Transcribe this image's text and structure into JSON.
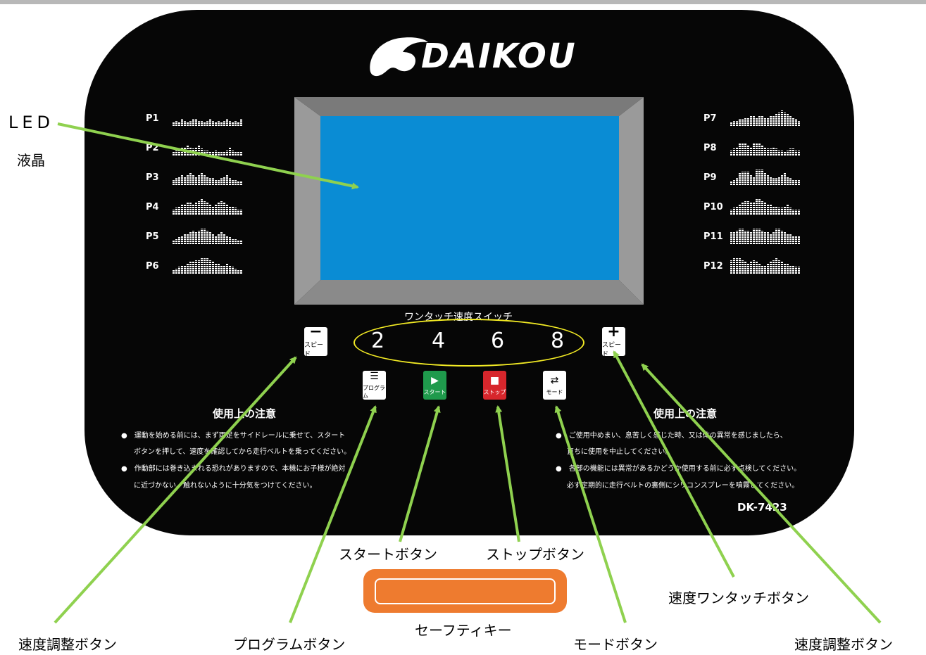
{
  "logo": {
    "brand": "DAIKOU"
  },
  "programs_left": [
    {
      "label": "P1",
      "levels": [
        2,
        3,
        2,
        4,
        3,
        2,
        3,
        4,
        4,
        3,
        3,
        2,
        3,
        4,
        3,
        2,
        3,
        2,
        3,
        4,
        3,
        2,
        3,
        2,
        4
      ]
    },
    {
      "label": "P2",
      "levels": [
        2,
        3,
        4,
        5,
        5,
        6,
        5,
        4,
        5,
        6,
        4,
        3,
        3,
        2,
        2,
        3,
        2,
        2,
        2,
        3,
        5,
        3,
        2,
        2,
        2
      ]
    },
    {
      "label": "P3",
      "levels": [
        3,
        4,
        5,
        6,
        5,
        6,
        7,
        6,
        5,
        6,
        7,
        6,
        5,
        4,
        4,
        3,
        3,
        4,
        5,
        6,
        4,
        3,
        3,
        2,
        2
      ]
    },
    {
      "label": "P4",
      "levels": [
        3,
        4,
        5,
        6,
        6,
        7,
        7,
        6,
        7,
        8,
        9,
        8,
        7,
        6,
        5,
        6,
        7,
        8,
        7,
        6,
        5,
        5,
        4,
        3,
        3
      ]
    },
    {
      "label": "P5",
      "levels": [
        2,
        3,
        4,
        5,
        6,
        6,
        7,
        8,
        7,
        8,
        9,
        9,
        8,
        7,
        6,
        5,
        6,
        7,
        6,
        5,
        4,
        3,
        3,
        2,
        2
      ]
    },
    {
      "label": "P6",
      "levels": [
        2,
        3,
        4,
        5,
        5,
        6,
        7,
        7,
        8,
        8,
        9,
        9,
        9,
        8,
        7,
        6,
        6,
        5,
        5,
        6,
        5,
        4,
        3,
        2,
        2
      ]
    }
  ],
  "programs_right": [
    {
      "label": "P7",
      "levels": [
        2,
        3,
        3,
        4,
        4,
        5,
        5,
        6,
        6,
        5,
        6,
        6,
        5,
        5,
        6,
        6,
        7,
        8,
        9,
        8,
        7,
        6,
        5,
        4,
        3
      ]
    },
    {
      "label": "P8",
      "levels": [
        3,
        4,
        5,
        7,
        7,
        7,
        6,
        5,
        7,
        7,
        7,
        6,
        5,
        4,
        4,
        5,
        4,
        3,
        3,
        2,
        3,
        4,
        4,
        3,
        3
      ]
    },
    {
      "label": "P9",
      "levels": [
        2,
        3,
        4,
        7,
        8,
        8,
        8,
        6,
        5,
        9,
        9,
        9,
        7,
        6,
        5,
        4,
        4,
        5,
        6,
        7,
        5,
        4,
        3,
        3,
        3
      ]
    },
    {
      "label": "P10",
      "levels": [
        3,
        4,
        5,
        6,
        7,
        8,
        8,
        7,
        7,
        9,
        9,
        8,
        7,
        6,
        6,
        5,
        5,
        4,
        4,
        5,
        6,
        4,
        3,
        3,
        3
      ]
    },
    {
      "label": "P11",
      "levels": [
        7,
        7,
        8,
        9,
        9,
        8,
        8,
        7,
        9,
        9,
        9,
        8,
        7,
        7,
        6,
        7,
        9,
        9,
        8,
        7,
        6,
        6,
        5,
        5,
        5
      ]
    },
    {
      "label": "P12",
      "levels": [
        8,
        9,
        9,
        9,
        8,
        7,
        6,
        7,
        8,
        7,
        6,
        5,
        5,
        6,
        7,
        8,
        9,
        8,
        7,
        6,
        6,
        5,
        5,
        4,
        4
      ]
    }
  ],
  "speed_minus": {
    "symbol": "−",
    "label": "スピード"
  },
  "speed_plus": {
    "symbol": "+",
    "label": "スピード"
  },
  "one_touch": {
    "title": "ワンタッチ速度スイッチ",
    "values": [
      "2",
      "4",
      "6",
      "8"
    ]
  },
  "controls": {
    "program": {
      "symbol": "☰",
      "label": "プログラム",
      "bg": "#ffffff",
      "fg": "#000000"
    },
    "start": {
      "symbol": "▶",
      "label": "スタート",
      "bg": "#1f9a4c",
      "fg": "#ffffff"
    },
    "stop": {
      "symbol": "■",
      "label": "ストップ",
      "bg": "#d7262c",
      "fg": "#ffffff"
    },
    "mode": {
      "symbol": "⇄",
      "label": "モード",
      "bg": "#ffffff",
      "fg": "#000000"
    }
  },
  "notes_left": {
    "title": "使用上の注意",
    "lines": [
      "●　運動を始める前には、まず両足をサイドレールに乗せて、スタート",
      "ボタンを押して、速度を確認してから走行ベルトを乗ってください。",
      "●　作動部には巻き込まれる恐れがありますので、本機にお子様が絶対",
      "に近づかない、触れないように十分気をつけてください。"
    ]
  },
  "notes_right": {
    "title": "使用上の注意",
    "lines": [
      "●　ご使用中めまい、息苦しく感じた時、又は体の異常を感じましたら、",
      "直ちに使用を中止してください。",
      "●　各部の機能には異常があるかどうか使用する前に必ず点検してください。",
      "必ず定期的に走行ベルトの裏側にシリコンスプレーを噴霧してください。"
    ]
  },
  "model": "DK-7423",
  "callouts": {
    "led": "LED",
    "lcd": "液晶",
    "start": "スタートボタン",
    "stop": "ストップボタン",
    "one_touch": "速度ワンタッチボタン",
    "safety": "セーフティキー",
    "speed_left": "速度調整ボタン",
    "program": "プログラムボタン",
    "mode": "モードボタン",
    "speed_right": "速度調整ボタン"
  },
  "colors": {
    "panel": "#060606",
    "lcd": "#0a8cd4",
    "arrow": "#8fd14f",
    "oval": "#f2ea24",
    "safety": "#ee7b2f"
  }
}
